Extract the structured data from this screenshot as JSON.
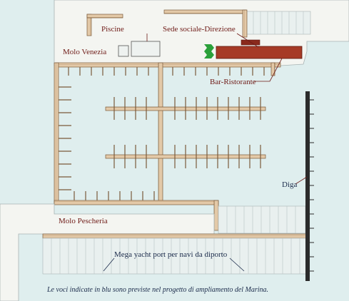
{
  "labels": {
    "piscine": "Piscine",
    "sede": "Sede sociale-Direzione",
    "molo_venezia": "Molo Venezia",
    "bar": "Bar-Ristorante",
    "diga": "Diga",
    "molo_pescheria": "Molo Pescheria",
    "mega_yacht": "Mega yacht port per navi da diporto"
  },
  "caption": "Le voci indicate in blu sono previste nel progetto di ampliamento del Marina.",
  "colors": {
    "water": "#dfeeee",
    "land": "#f4f5f1",
    "pier": "#e3c9a8",
    "pier_edge": "#7a5a3a",
    "building": "#a63a26",
    "label_red": "#6e1a16",
    "label_blue": "#1a2a4a",
    "diga": "#2b2b2b",
    "berth_line": "#b9c4c4",
    "entrance_green": "#2aa03a"
  },
  "icons": {
    "entrance": "green-chevron-icon"
  }
}
